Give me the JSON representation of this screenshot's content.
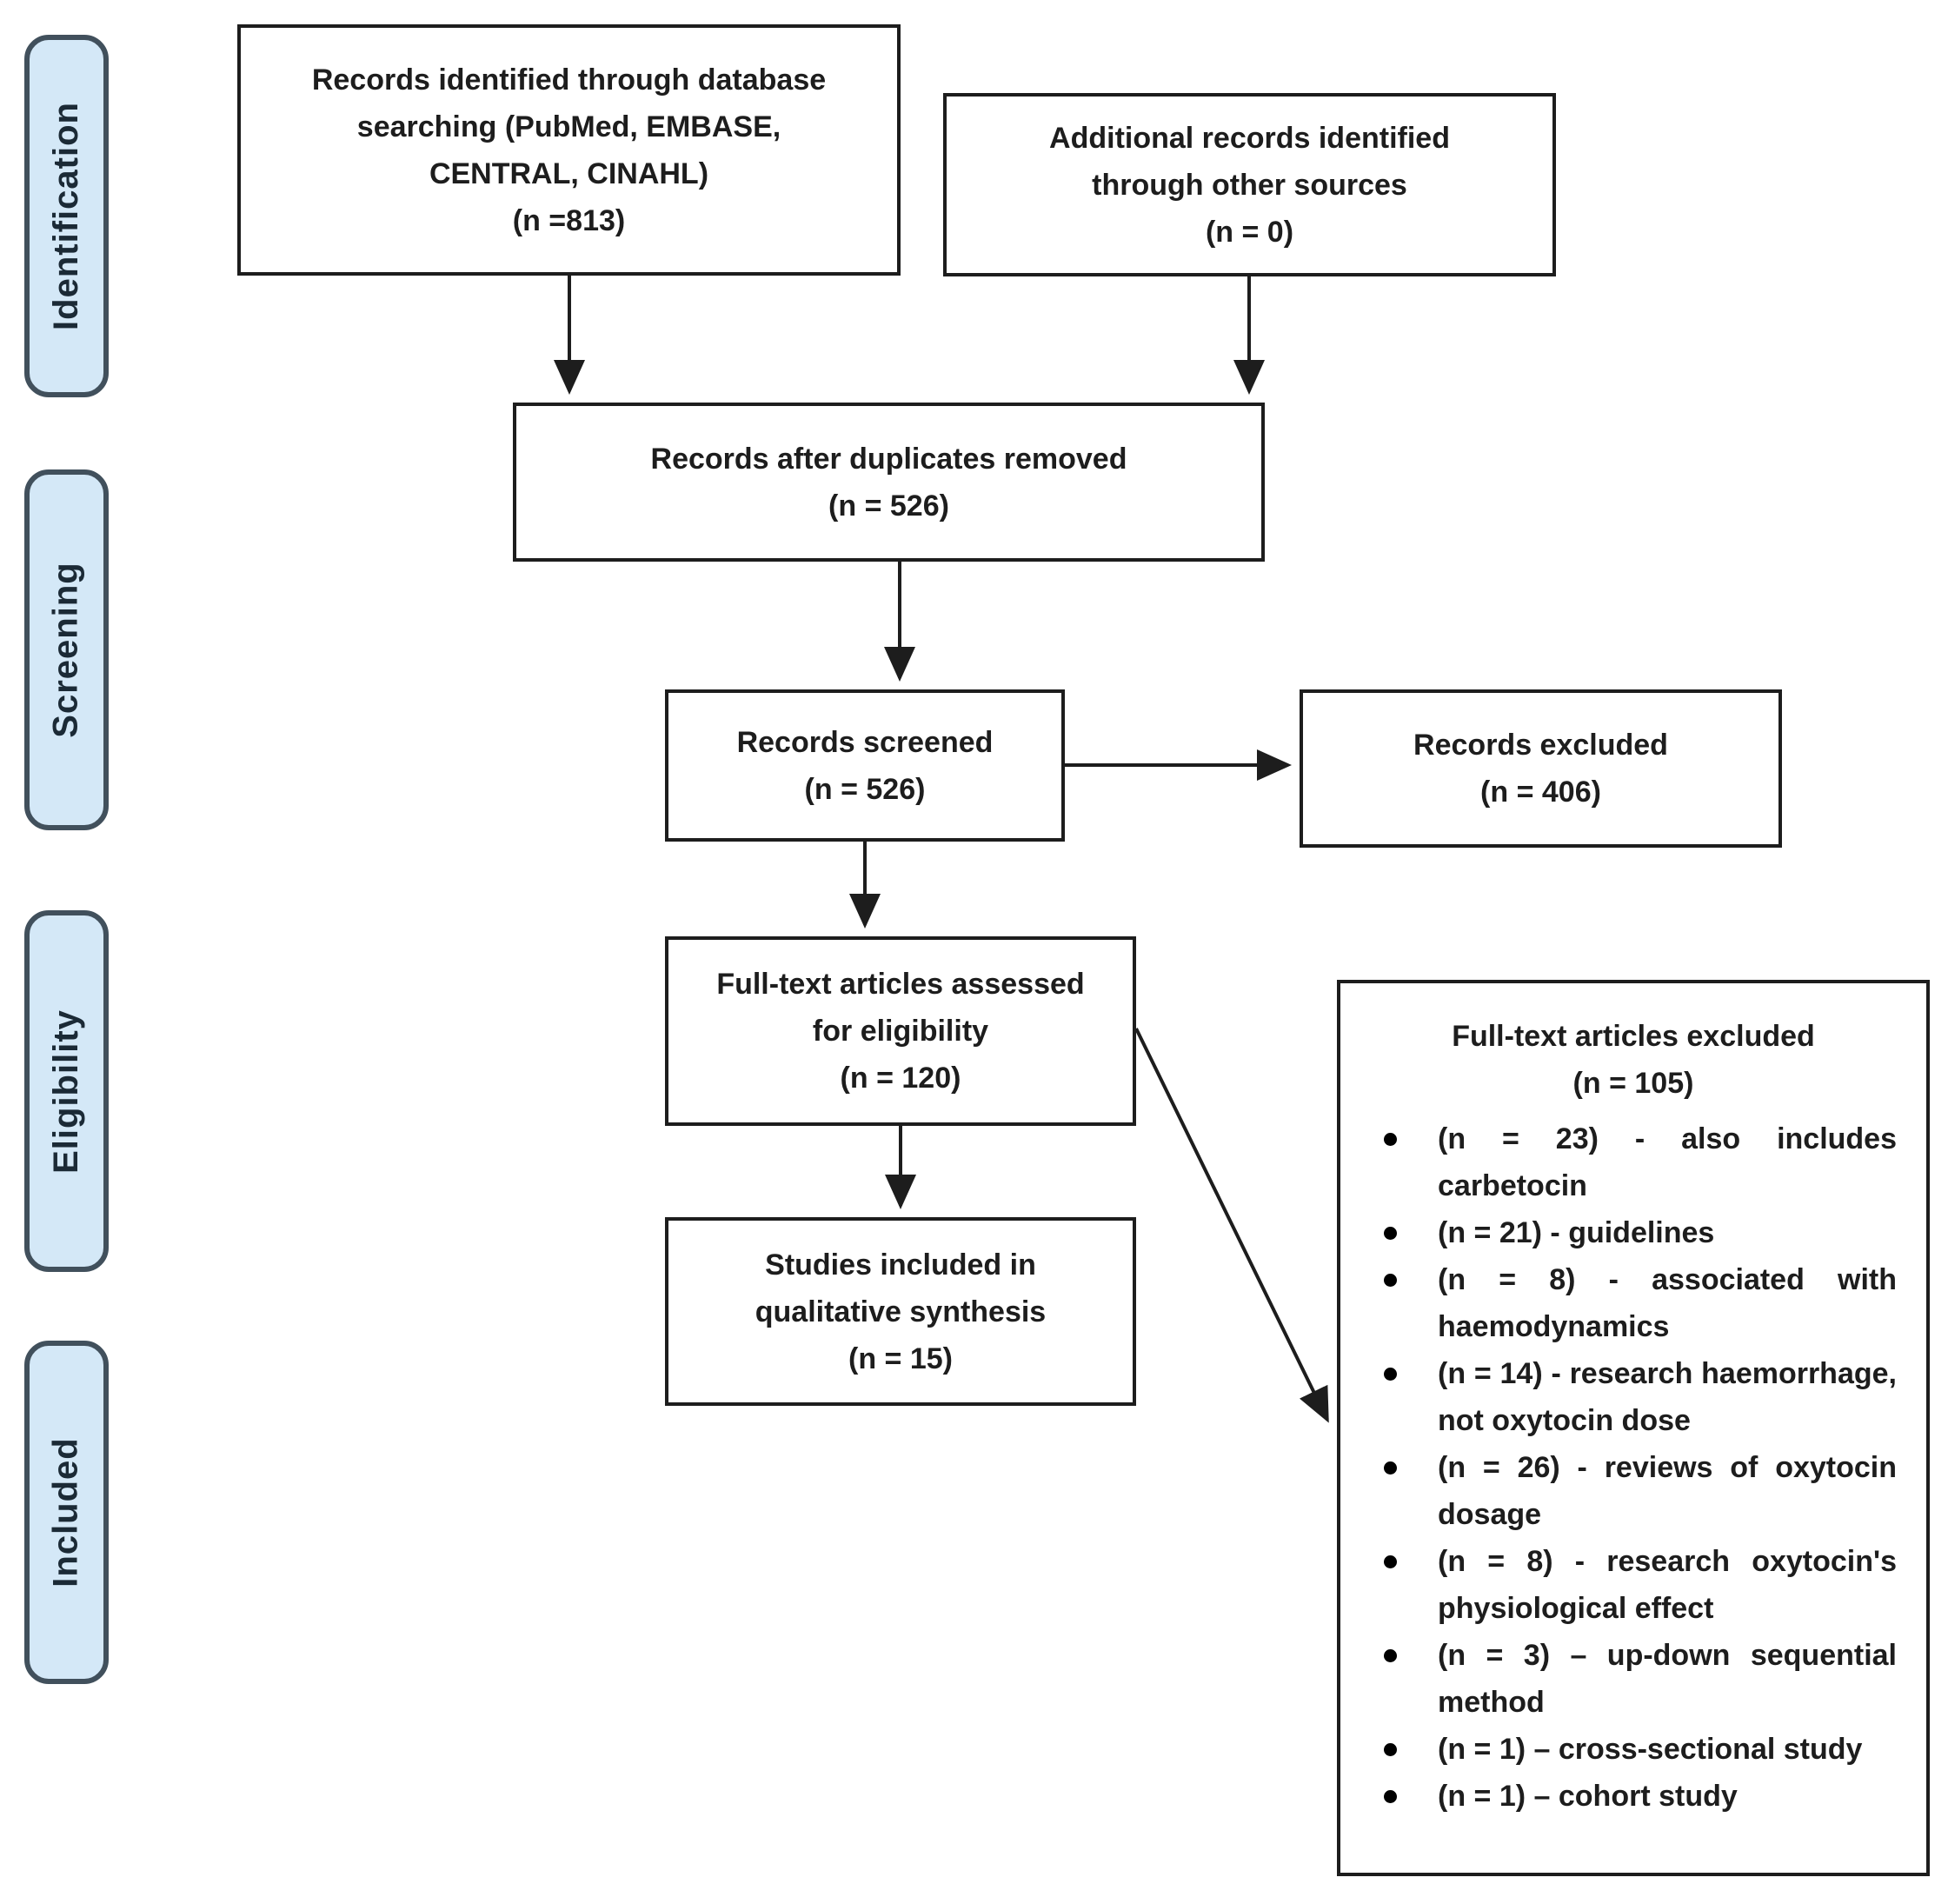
{
  "stages": [
    {
      "label": "Identification"
    },
    {
      "label": "Screening"
    },
    {
      "label": "Eligibility"
    },
    {
      "label": "Included"
    }
  ],
  "boxes": {
    "records_identified": {
      "text": "Records identified through database\nsearching (PubMed, EMBASE,\nCENTRAL, CINAHL)",
      "count": "(n =813)"
    },
    "additional_records": {
      "text": "Additional records identified\nthrough other sources",
      "count": "(n = 0)"
    },
    "duplicates_removed": {
      "text": "Records after duplicates removed",
      "count": "(n = 526)"
    },
    "records_screened": {
      "text": "Records screened",
      "count": "(n = 526)"
    },
    "records_excluded": {
      "text": "Records excluded",
      "count": "(n = 406)"
    },
    "fulltext_assessed": {
      "text": "Full-text articles assessed\nfor eligibility",
      "count": "(n = 120)"
    },
    "studies_included": {
      "text": "Studies included in\nqualitative synthesis",
      "count": "(n = 15)"
    },
    "fulltext_excluded": {
      "title": "Full-text articles excluded",
      "count": "(n = 105)",
      "reasons": [
        "(n = 23) - also includes carbetocin",
        "(n = 21) - guidelines",
        "(n = 8) - associated with haemodynamics",
        "(n = 14) - research haemorrhage, not oxytocin dose",
        "(n = 26) - reviews of oxytocin dosage",
        "(n = 8) - research oxytocin's physiological effect",
        "(n = 3) – up-down sequential method",
        "(n = 1) – cross-sectional study",
        "(n = 1) – cohort study"
      ]
    }
  },
  "colors": {
    "stage_fill": "#d4e8f7",
    "stage_border": "#41505c",
    "box_border": "#1d1d1d",
    "text": "#1d1d1d"
  }
}
